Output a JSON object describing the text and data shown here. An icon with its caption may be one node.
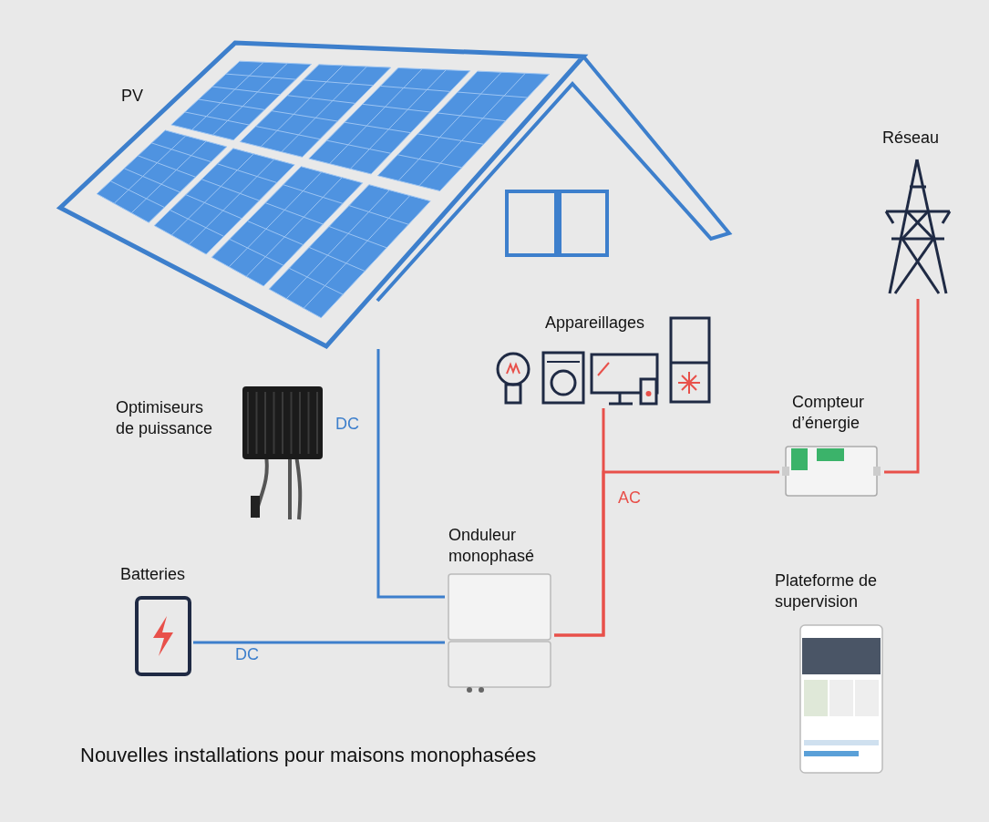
{
  "diagram": {
    "nodes": [
      {
        "text": [
          "PV"
        ]
      },
      {
        "text": [
          "Réseau"
        ]
      },
      {
        "text": [
          "Appareillages"
        ]
      },
      {
        "text": [
          "Optimiseurs de puissance"
        ]
      },
      {
        "text": [
          "Compteur d’énergie"
        ]
      },
      {
        "text": [
          "Onduleur monophasé"
        ]
      },
      {
        "text": [
          "Batteries"
        ]
      },
      {
        "text": [
          "Plateforme de supervision"
        ]
      }
    ],
    "edges": [
      {
        "from": 0,
        "to": 5,
        "arrow": "none",
        "label": "DC",
        "color": "#3d7fcc"
      },
      {
        "from": 6,
        "to": 5,
        "arrow": "none",
        "label": "DC",
        "color": "#3d7fcc"
      },
      {
        "from": 5,
        "to": 2,
        "arrow": "none",
        "label": "AC"
      },
      {
        "from": 5,
        "to": 4,
        "arrow": "none"
      },
      {
        "from": 4,
        "to": 1,
        "arrow": "none"
      }
    ],
    "caption": "Nouvelles installations pour maisons monophasées"
  }
}
